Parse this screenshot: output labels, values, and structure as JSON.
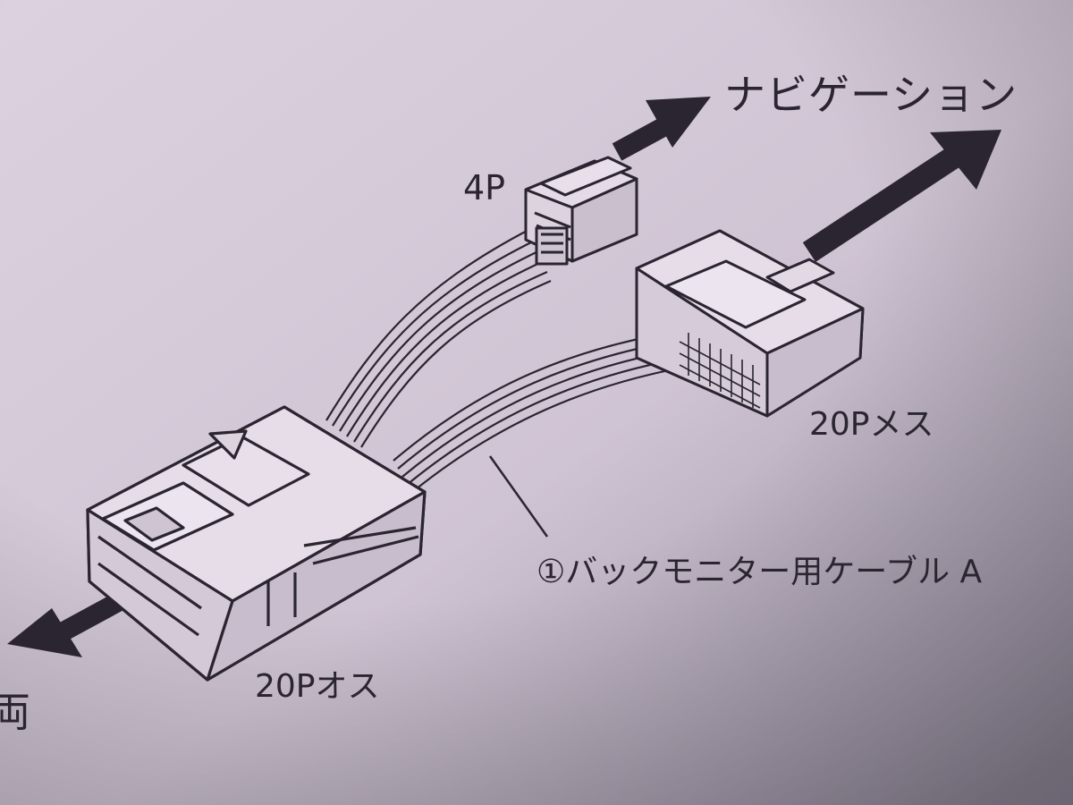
{
  "labels": {
    "navigation": "ナビゲーション",
    "connector_4p": "4P",
    "connector_20p_female": "20Pメス",
    "connector_20p_male": "20Pオス",
    "cable": "①バックモニター用ケーブル A",
    "vehicle_partial": "両"
  },
  "colors": {
    "paper_light": "#d9cfdd",
    "paper_shadow": "#8e8597",
    "ink": "#2a2530",
    "connector_fill": "#ddd3df"
  }
}
